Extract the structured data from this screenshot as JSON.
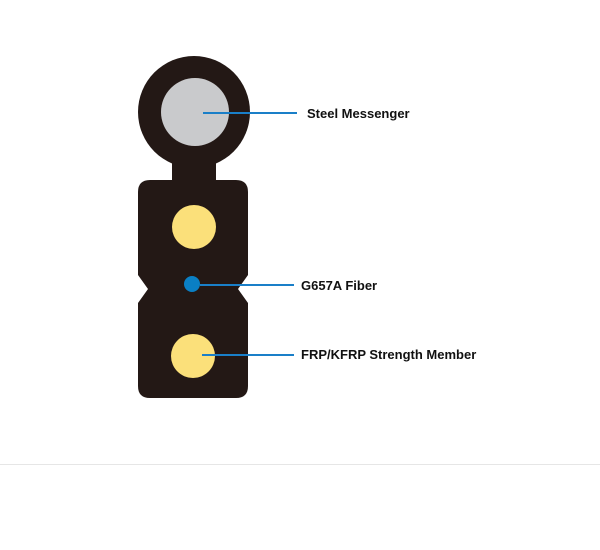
{
  "labels": {
    "messenger": "Steel Messenger",
    "fiber": "G657A Fiber",
    "strength": "FRP/KFRP Strength Member"
  },
  "colors": {
    "sheath": "#231815",
    "messenger_core": "#c9cacc",
    "strength_member": "#fbe07a",
    "fiber": "#0a7fc4",
    "leader_line": "#1a7fc8",
    "label_text": "#111111",
    "divider": "#e6e6e6"
  }
}
